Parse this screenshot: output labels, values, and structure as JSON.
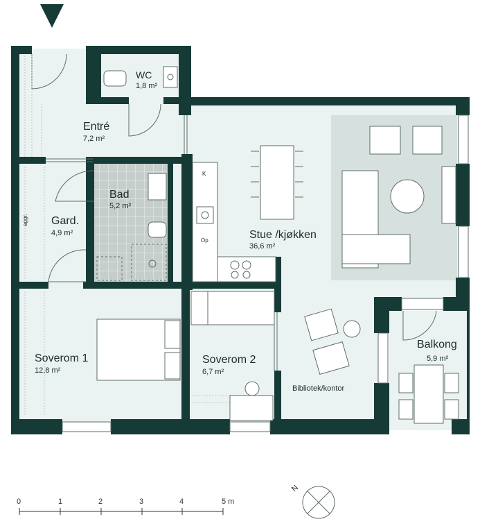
{
  "colors": {
    "wall": "#163b36",
    "floor": "#eaf3f1",
    "tile": "#c6cecc",
    "rug": "#d6e0de",
    "line": "#5d6c69",
    "text": "#1c2b29"
  },
  "rooms": {
    "wc": {
      "name": "WC",
      "area": "1,8 m²"
    },
    "entre": {
      "name": "Entré",
      "area": "7,2 m²"
    },
    "bad": {
      "name": "Bad",
      "area": "5,2 m²"
    },
    "gard": {
      "name": "Gard.",
      "area": "4,9 m²"
    },
    "aggr": {
      "name": "aggr."
    },
    "stue": {
      "name": "Stue /kjøkken",
      "area": "36,6 m²"
    },
    "soverom1": {
      "name": "Soverom 1",
      "area": "12,8 m²"
    },
    "soverom2": {
      "name": "Soverom 2",
      "area": "6,7 m²"
    },
    "balkong": {
      "name": "Balkong",
      "area": "5,9 m²"
    },
    "bibliotek": {
      "name": "Bibliotek/kontor"
    }
  },
  "kitchen_symbols": [
    "K",
    "Op"
  ],
  "scale": {
    "ticks": [
      "0",
      "1",
      "2",
      "3",
      "4",
      "5 m"
    ]
  },
  "north": {
    "label": "N"
  },
  "icons": [
    "entrance-arrow-icon",
    "compass-icon"
  ]
}
